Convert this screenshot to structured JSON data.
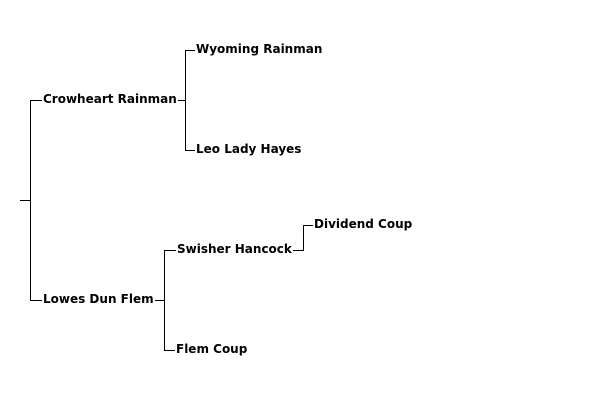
{
  "pedigree": {
    "sire": {
      "name": "Crowheart Rainman",
      "sire": {
        "name": "Wyoming Rainman"
      },
      "dam": {
        "name": "Leo Lady Hayes"
      }
    },
    "dam": {
      "name": "Lowes Dun Flem",
      "sire": {
        "name": "Swisher Hancock",
        "sire": {
          "name": "Dividend Coup"
        }
      },
      "dam": {
        "name": "Flem Coup"
      }
    }
  },
  "colors": {
    "line": "#000000",
    "text": "#000000",
    "background": "#ffffff"
  }
}
